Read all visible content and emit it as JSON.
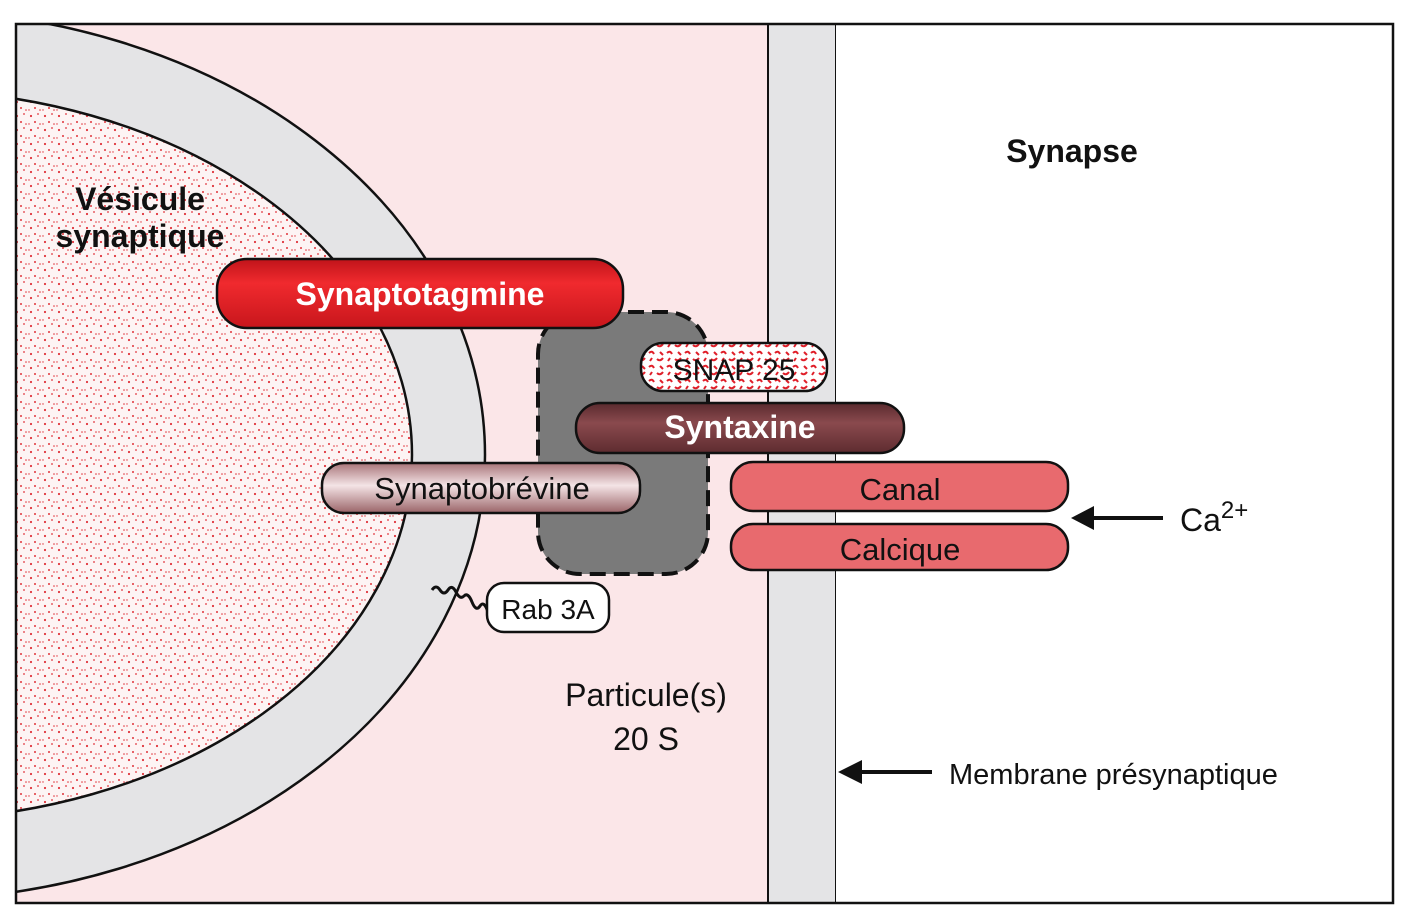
{
  "diagram": {
    "regions": {
      "vesicle": "Vésicule synaptique",
      "vesicle_line1": "Vésicule",
      "vesicle_line2": "synaptique",
      "synapse": "Synapse",
      "particle_line1": "Particule(s)",
      "particle_line2": "20 S"
    },
    "proteins": {
      "synaptotagmine": "Synaptotagmine",
      "snap25": "SNAP 25",
      "syntaxine": "Syntaxine",
      "synaptobrevine": "Synaptobrévine",
      "canal": "Canal",
      "calcique": "Calcique",
      "rab3a": "Rab 3A"
    },
    "annotations": {
      "calcium_ion": "Ca",
      "calcium_charge": "2+",
      "membrane": "Membrane présynaptique"
    },
    "colors": {
      "cytoplasm": "#fbe6e8",
      "membrane": "#e4e4e6",
      "vesicle_interior": "#fdf4f4",
      "vesicle_dots": "#e0343c",
      "synaptotagmine": "#e81e22",
      "syntaxine": "#7a3a3e",
      "synaptobrevine": "#c89498",
      "canal": "#e86a6e",
      "particle": "#7a7a7a",
      "outline": "#111111"
    }
  }
}
